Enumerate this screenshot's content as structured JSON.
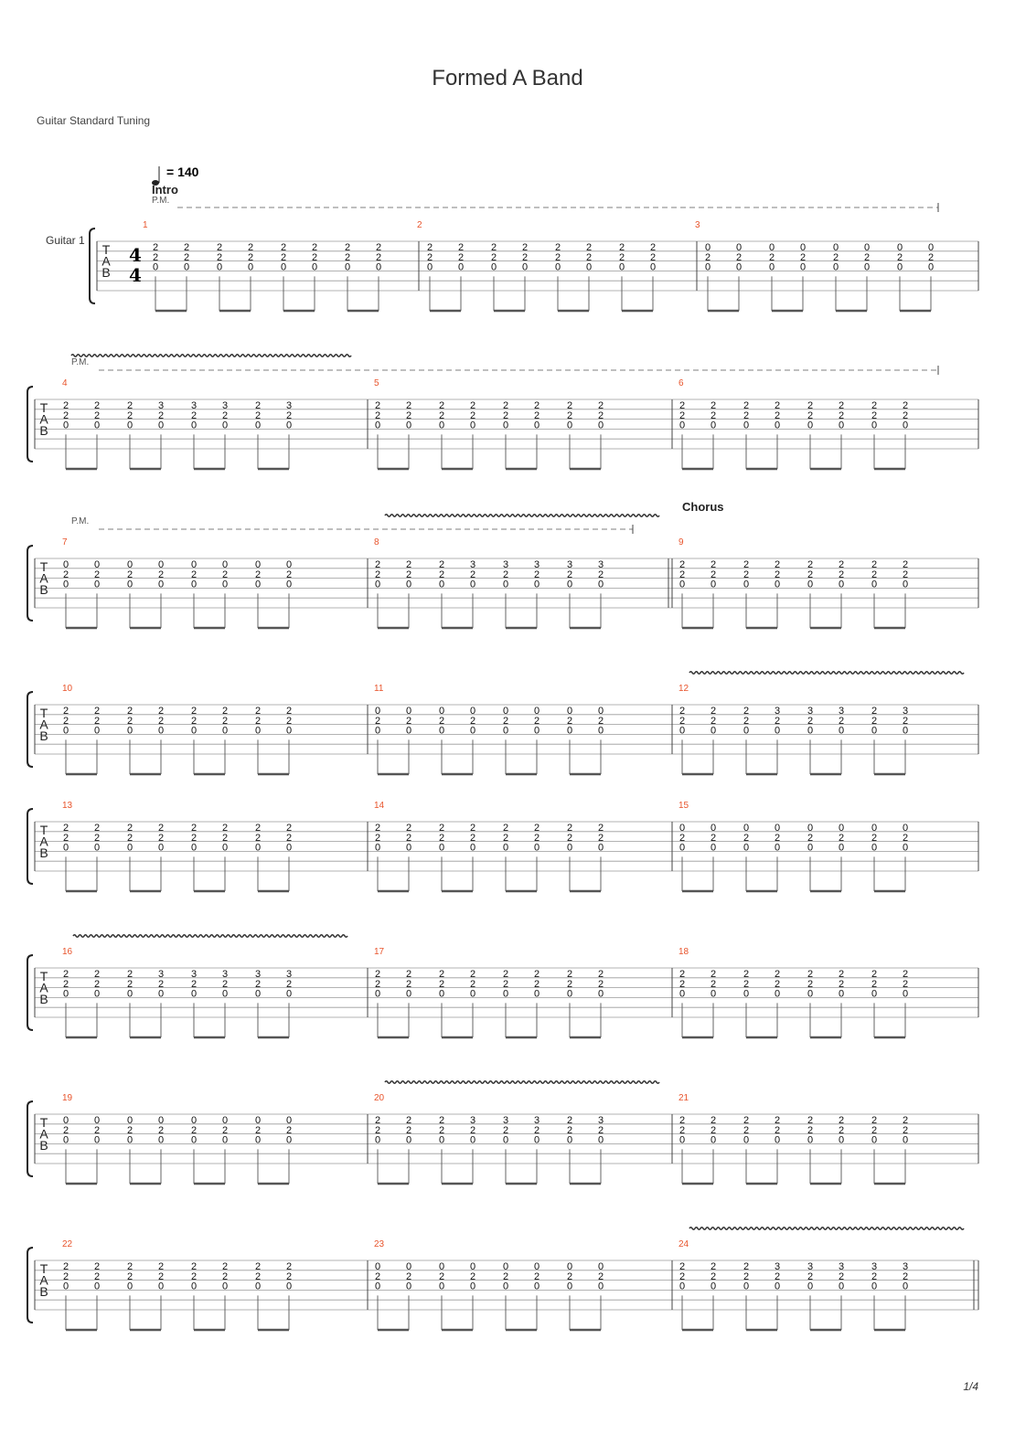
{
  "title": "Formed A Band",
  "tuning": "Guitar Standard Tuning",
  "page": "1/4",
  "track": "Guitar 1",
  "tempo_label": "= 140",
  "time_signature": {
    "top": "4",
    "bottom": "4"
  },
  "tab_letters": [
    "T",
    "A",
    "B"
  ],
  "chords": {
    "A": [
      "2",
      "2",
      "0"
    ],
    "B": [
      "3",
      "2",
      "0"
    ],
    "C": [
      "0",
      "2",
      "0"
    ]
  },
  "systems": [
    {
      "measures": [
        {
          "num": "1",
          "chords": [
            "A",
            "A",
            "A",
            "A",
            "A",
            "A",
            "A",
            "A"
          ]
        },
        {
          "num": "2",
          "chords": [
            "A",
            "A",
            "A",
            "A",
            "A",
            "A",
            "A",
            "A"
          ]
        },
        {
          "num": "3",
          "chords": [
            "C",
            "C",
            "C",
            "C",
            "C",
            "C",
            "C",
            "C"
          ]
        }
      ],
      "show_track_name": true,
      "show_time_sig": true,
      "section": "Intro",
      "tempo": true,
      "pm": "P.M.",
      "pm_line": true,
      "vibratos": []
    },
    {
      "measures": [
        {
          "num": "4",
          "chords": [
            "A",
            "A",
            "A",
            "B",
            "B",
            "B",
            "A",
            "B"
          ]
        },
        {
          "num": "5",
          "chords": [
            "A",
            "A",
            "A",
            "A",
            "A",
            "A",
            "A",
            "A"
          ]
        },
        {
          "num": "6",
          "chords": [
            "A",
            "A",
            "A",
            "A",
            "A",
            "A",
            "A",
            "A"
          ]
        }
      ],
      "pm": "P.M.",
      "pm_line": true,
      "vibratos": [
        "m0"
      ]
    },
    {
      "measures": [
        {
          "num": "7",
          "chords": [
            "C",
            "C",
            "C",
            "C",
            "C",
            "C",
            "C",
            "C"
          ]
        },
        {
          "num": "8",
          "chords": [
            "A",
            "A",
            "A",
            "B",
            "B",
            "B",
            "B",
            "B"
          ],
          "double_bar_end": true
        },
        {
          "num": "9",
          "chords": [
            "A",
            "A",
            "A",
            "A",
            "A",
            "A",
            "A",
            "A"
          ]
        }
      ],
      "pm": "P.M.",
      "pm_line": true,
      "pm_line_to": "m1mid",
      "vibratos": [
        "m1"
      ],
      "section_right": "Chorus"
    },
    {
      "measures": [
        {
          "num": "10",
          "chords": [
            "A",
            "A",
            "A",
            "A",
            "A",
            "A",
            "A",
            "A"
          ]
        },
        {
          "num": "11",
          "chords": [
            "C",
            "C",
            "C",
            "C",
            "C",
            "C",
            "C",
            "C"
          ]
        },
        {
          "num": "12",
          "chords": [
            "A",
            "A",
            "A",
            "B",
            "B",
            "B",
            "A",
            "B"
          ]
        }
      ],
      "vibratos": [
        "m2"
      ]
    },
    {
      "measures": [
        {
          "num": "13",
          "chords": [
            "A",
            "A",
            "A",
            "A",
            "A",
            "A",
            "A",
            "A"
          ]
        },
        {
          "num": "14",
          "chords": [
            "A",
            "A",
            "A",
            "A",
            "A",
            "A",
            "A",
            "A"
          ]
        },
        {
          "num": "15",
          "chords": [
            "C",
            "C",
            "C",
            "C",
            "C",
            "C",
            "C",
            "C"
          ]
        }
      ],
      "vibratos": []
    },
    {
      "measures": [
        {
          "num": "16",
          "chords": [
            "A",
            "A",
            "A",
            "B",
            "B",
            "B",
            "B",
            "B"
          ]
        },
        {
          "num": "17",
          "chords": [
            "A",
            "A",
            "A",
            "A",
            "A",
            "A",
            "A",
            "A"
          ]
        },
        {
          "num": "18",
          "chords": [
            "A",
            "A",
            "A",
            "A",
            "A",
            "A",
            "A",
            "A"
          ]
        }
      ],
      "vibratos": [
        "m0"
      ]
    },
    {
      "measures": [
        {
          "num": "19",
          "chords": [
            "C",
            "C",
            "C",
            "C",
            "C",
            "C",
            "C",
            "C"
          ]
        },
        {
          "num": "20",
          "chords": [
            "A",
            "A",
            "A",
            "B",
            "B",
            "B",
            "A",
            "B"
          ]
        },
        {
          "num": "21",
          "chords": [
            "A",
            "A",
            "A",
            "A",
            "A",
            "A",
            "A",
            "A"
          ]
        }
      ],
      "vibratos": [
        "m1"
      ]
    },
    {
      "measures": [
        {
          "num": "22",
          "chords": [
            "A",
            "A",
            "A",
            "A",
            "A",
            "A",
            "A",
            "A"
          ]
        },
        {
          "num": "23",
          "chords": [
            "C",
            "C",
            "C",
            "C",
            "C",
            "C",
            "C",
            "C"
          ]
        },
        {
          "num": "24",
          "chords": [
            "A",
            "A",
            "A",
            "B",
            "B",
            "B",
            "B",
            "B"
          ],
          "double_bar_end": true
        }
      ],
      "vibratos": [
        "m2"
      ]
    }
  ]
}
